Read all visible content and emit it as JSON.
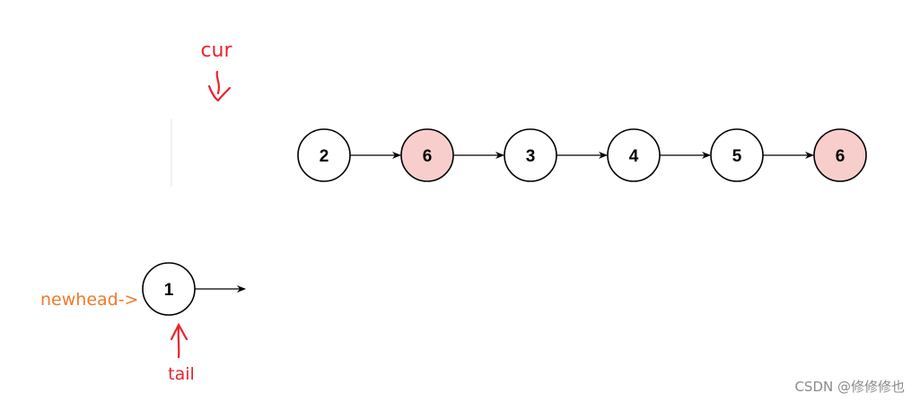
{
  "diagram": {
    "list_nodes": [
      {
        "label": "2",
        "highlighted": false
      },
      {
        "label": "6",
        "highlighted": true
      },
      {
        "label": "3",
        "highlighted": false
      },
      {
        "label": "4",
        "highlighted": false
      },
      {
        "label": "5",
        "highlighted": false
      },
      {
        "label": "6",
        "highlighted": true
      }
    ],
    "new_node": {
      "label": "1"
    },
    "annotations": {
      "cur": "cur",
      "newhead": "newhead->",
      "tail": "tail"
    },
    "watermark": "CSDN @修修修也"
  },
  "colors": {
    "node_fill": "#ffffff",
    "node_highlight": "#f8cecc",
    "stroke": "#000000",
    "annotation_red": "#e8242c",
    "annotation_orange": "#f07a2a",
    "watermark": "#8a8a8a"
  }
}
